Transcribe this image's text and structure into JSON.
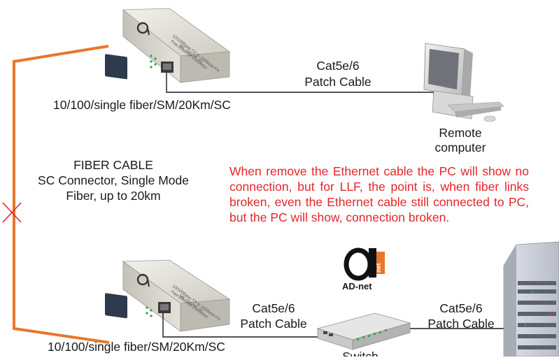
{
  "top_converter": {
    "label": "10/100/single fiber/SM/20Km/SC",
    "front_text_1": "10/100Base-TX to 100Base-FX",
    "front_text_2": "Fast Ethernet Converter",
    "front_text_3": "MC-SM20K-SC"
  },
  "bottom_converter": {
    "label": "10/100/single fiber/SM/20Km/SC",
    "front_text_1": "10/100Base-TX to 100Base-FX",
    "front_text_2": "Fast Ethernet Converter",
    "front_text_3": "MC-SM20K-SC"
  },
  "cable_top": {
    "line1": "Cat5e/6",
    "line2": "Patch Cable"
  },
  "cable_bottom_left": {
    "line1": "Cat5e/6",
    "line2": "Patch Cable"
  },
  "cable_bottom_right": {
    "line1": "Cat5e/6",
    "line2": "Patch Cable"
  },
  "remote_computer": {
    "line1": "Remote",
    "line2": "computer"
  },
  "fiber": {
    "line1": "FIBER CABLE",
    "line2": "SC Connector, Single Mode",
    "line3": "Fiber, up to 20km"
  },
  "note": "When remove the Ethernet cable the PC will show no connection, but for LLF, the point is, when fiber links broken, even the Ethernet cable still connected to PC, but the PC will show, connection broken.",
  "brand": {
    "name": "AD-net",
    "logo_text": "net"
  },
  "switch": {
    "label": "Switch"
  },
  "colors": {
    "fiber": "#e8772a",
    "note_text": "#e5252a",
    "break_mark": "#e5252a",
    "device_body": "#d9d7cd",
    "cable": "#1a1a1a"
  }
}
